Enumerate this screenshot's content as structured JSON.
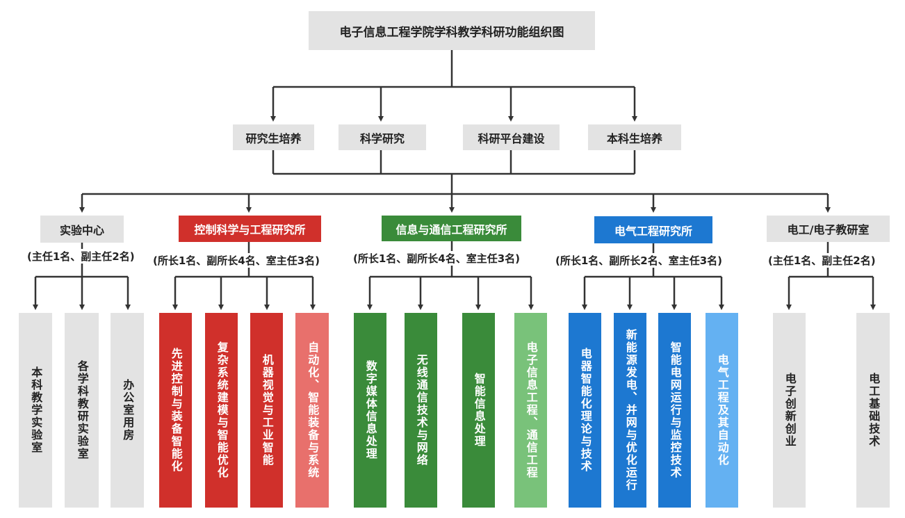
{
  "title": "电子信息工程学院学科教学科研功能组织图",
  "functions": [
    "研究生培养",
    "科学研究",
    "科研平台建设",
    "本科生培养"
  ],
  "units": [
    {
      "name": "实验中心",
      "staff": "(主任1名、副主任2名)",
      "color": "#e3e3e3",
      "children": [
        "本科教学实验室",
        "各学科教研实验室",
        "办公室用房"
      ]
    },
    {
      "name": "控制科学与工程研究所",
      "staff": "(所长1名、副所长4名、室主任3名)",
      "color": "#d0302b",
      "children": [
        "先进控制与装备智能化",
        "复杂系统建模与智能优化",
        "机器视觉与工业智能",
        "自动化、智能装备与系统"
      ]
    },
    {
      "name": "信息与通信工程研究所",
      "staff": "(所长1名、副所长4名、室主任3名)",
      "color": "#3a8b3a",
      "children": [
        "数字媒体信息处理",
        "无线通信技术与网络",
        "智能信息处理",
        "电子信息工程、通信工程"
      ]
    },
    {
      "name": "电气工程研究所",
      "staff": "(所长1名、副所长2名、室主任3名)",
      "color": "#1d78d1",
      "children": [
        "电器智能化理论与技术",
        "新能源发电、并网与优化运行",
        "智能电网运行与监控技术",
        "电气工程及其自动化"
      ]
    },
    {
      "name": "电工/电子教研室",
      "staff": "(主任1名、副主任2名)",
      "color": "#e3e3e3",
      "children": [
        "电子创新创业",
        "电工基础技术"
      ]
    }
  ]
}
